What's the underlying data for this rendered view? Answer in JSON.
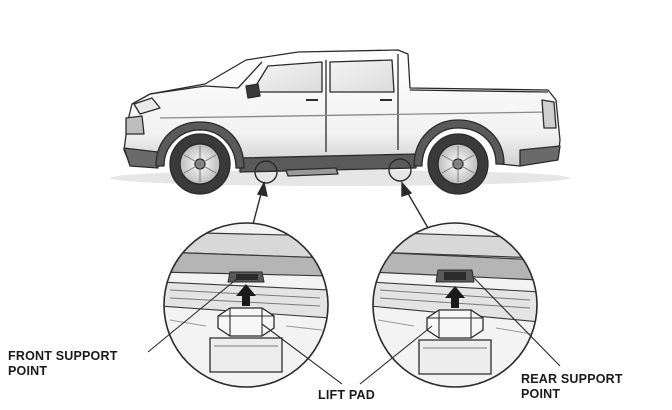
{
  "labels": {
    "front_support_point": [
      "FRONT SUPPORT",
      "POINT"
    ],
    "rear_support_point": [
      "REAR SUPPORT",
      "POINT"
    ],
    "lift_pad": "LIFT PAD"
  },
  "colors": {
    "line": "#2b2b2b",
    "body": "#ffffff",
    "shade": "#9a9a9a",
    "dark": "#4a4a4a",
    "tire": "#3a3a3a"
  }
}
